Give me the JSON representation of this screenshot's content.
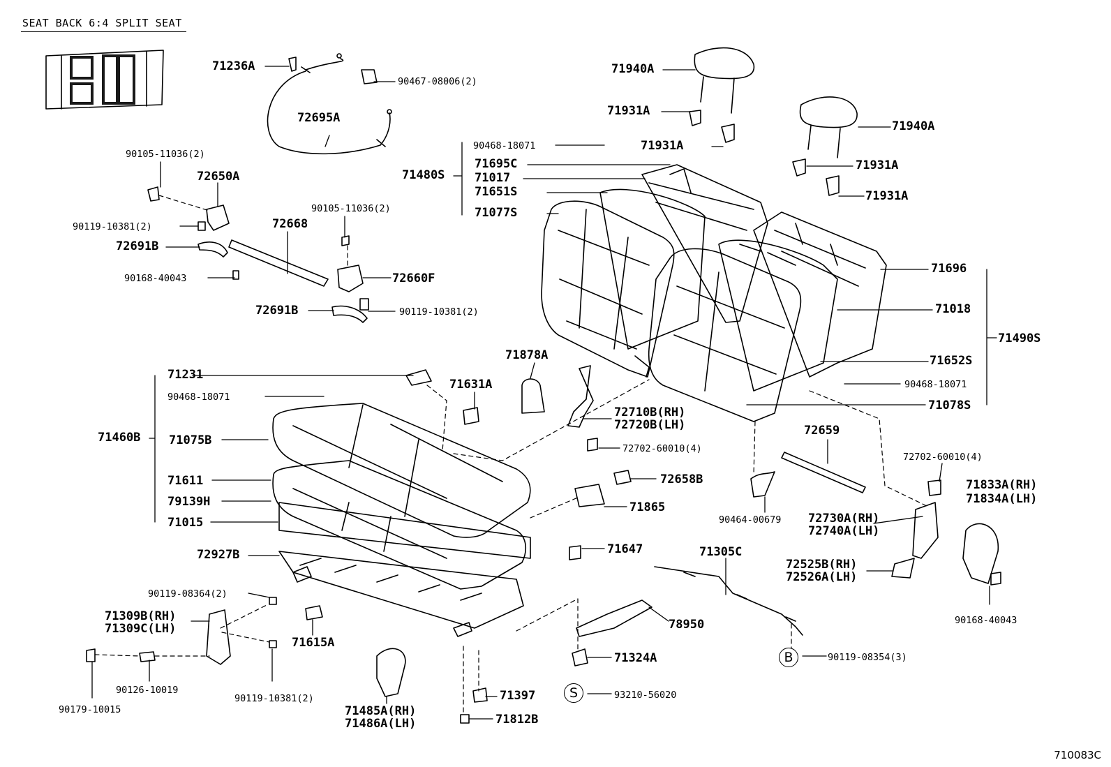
{
  "caption": "SEAT BACK 6:4 SPLIT SEAT",
  "figure_no": "710083C",
  "refs": {
    "b": "B",
    "s": "S"
  },
  "parts": {
    "p71236A": "71236A",
    "p90467_08006": "90467-08006(2)",
    "p72695A": "72695A",
    "p90105_11036_a": "90105-11036(2)",
    "p72650A": "72650A",
    "p90119_10381_a": "90119-10381(2)",
    "p72691B_a": "72691B",
    "p72668": "72668",
    "p90105_11036_b": "90105-11036(2)",
    "p90168_40043_a": "90168-40043",
    "p72660F": "72660F",
    "p72691B_b": "72691B",
    "p90119_10381_b": "90119-10381(2)",
    "p71940A_a": "71940A",
    "p71931A_a": "71931A",
    "p71931A_b": "71931A",
    "p71940A_b": "71940A",
    "p71931A_c": "71931A",
    "p71931A_d": "71931A",
    "p90468_18071_a": "90468-18071",
    "p71695C": "71695C",
    "p71480S": "71480S",
    "p71017": "71017",
    "p71651S": "71651S",
    "p71077S": "71077S",
    "p71696": "71696",
    "p71018": "71018",
    "p71490S": "71490S",
    "p71652S": "71652S",
    "p90468_18071_b": "90468-18071",
    "p71078S": "71078S",
    "p71231": "71231",
    "p90468_18071_c": "90468-18071",
    "p71631A": "71631A",
    "p71878A": "71878A",
    "p71460B": "71460B",
    "p71075B": "71075B",
    "p72710B": "72710B(RH)",
    "p72720B": "72720B(LH)",
    "p72702_a": "72702-60010(4)",
    "p72659": "72659",
    "p72702_b": "72702-60010(4)",
    "p71611": "71611",
    "p79139H": "79139H",
    "p71015": "71015",
    "p72658B": "72658B",
    "p71865": "71865",
    "p90464_00679": "90464-00679",
    "p72730A": "72730A(RH)",
    "p72740A": "72740A(LH)",
    "p71833A": "71833A(RH)",
    "p71834A": "71834A(LH)",
    "p72927B": "72927B",
    "p71647": "71647",
    "p71305C": "71305C",
    "p72525B": "72525B(RH)",
    "p72526A": "72526A(LH)",
    "p90119_08364": "90119-08364(2)",
    "p71309B": "71309B(RH)",
    "p71309C": "71309C(LH)",
    "p71615A": "71615A",
    "p78950": "78950",
    "p90168_40043_b": "90168-40043",
    "p71324A": "71324A",
    "p90119_08354": "90119-08354(3)",
    "p90126_10019": "90126-10019",
    "p90119_10381_c": "90119-10381(2)",
    "p90179_10015": "90179-10015",
    "p71397": "71397",
    "p93210_56020": "93210-56020",
    "p71485A": "71485A(RH)",
    "p71486A": "71486A(LH)",
    "p71812B": "71812B"
  }
}
